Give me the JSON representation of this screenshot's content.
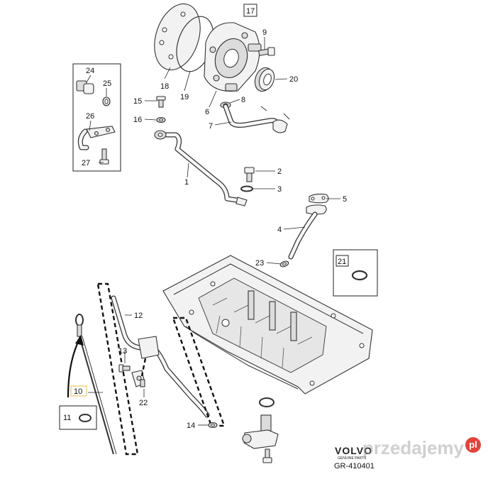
{
  "diagram": {
    "callouts": [
      {
        "id": "1",
        "text": "1"
      },
      {
        "id": "2",
        "text": "2"
      },
      {
        "id": "3",
        "text": "3"
      },
      {
        "id": "4",
        "text": "4"
      },
      {
        "id": "5",
        "text": "5"
      },
      {
        "id": "6",
        "text": "6"
      },
      {
        "id": "7",
        "text": "7"
      },
      {
        "id": "8",
        "text": "8"
      },
      {
        "id": "9",
        "text": "9"
      },
      {
        "id": "10",
        "text": "10"
      },
      {
        "id": "11",
        "text": "11"
      },
      {
        "id": "12",
        "text": "12"
      },
      {
        "id": "13",
        "text": "13"
      },
      {
        "id": "14",
        "text": "14"
      },
      {
        "id": "15",
        "text": "15"
      },
      {
        "id": "16",
        "text": "16"
      },
      {
        "id": "17",
        "text": "17"
      },
      {
        "id": "18",
        "text": "18"
      },
      {
        "id": "19",
        "text": "19"
      },
      {
        "id": "20",
        "text": "20"
      },
      {
        "id": "21",
        "text": "21"
      },
      {
        "id": "22",
        "text": "22"
      },
      {
        "id": "23",
        "text": "23"
      },
      {
        "id": "24",
        "text": "24"
      },
      {
        "id": "25",
        "text": "25"
      },
      {
        "id": "26",
        "text": "26"
      },
      {
        "id": "27",
        "text": "27"
      }
    ],
    "brand": "VOLVO",
    "brand_sub": "GENUINE PARTS",
    "reference": "GR-410401"
  },
  "watermark": {
    "text": "przedajemy",
    "badge": "pl",
    "color": "#e0453b"
  }
}
